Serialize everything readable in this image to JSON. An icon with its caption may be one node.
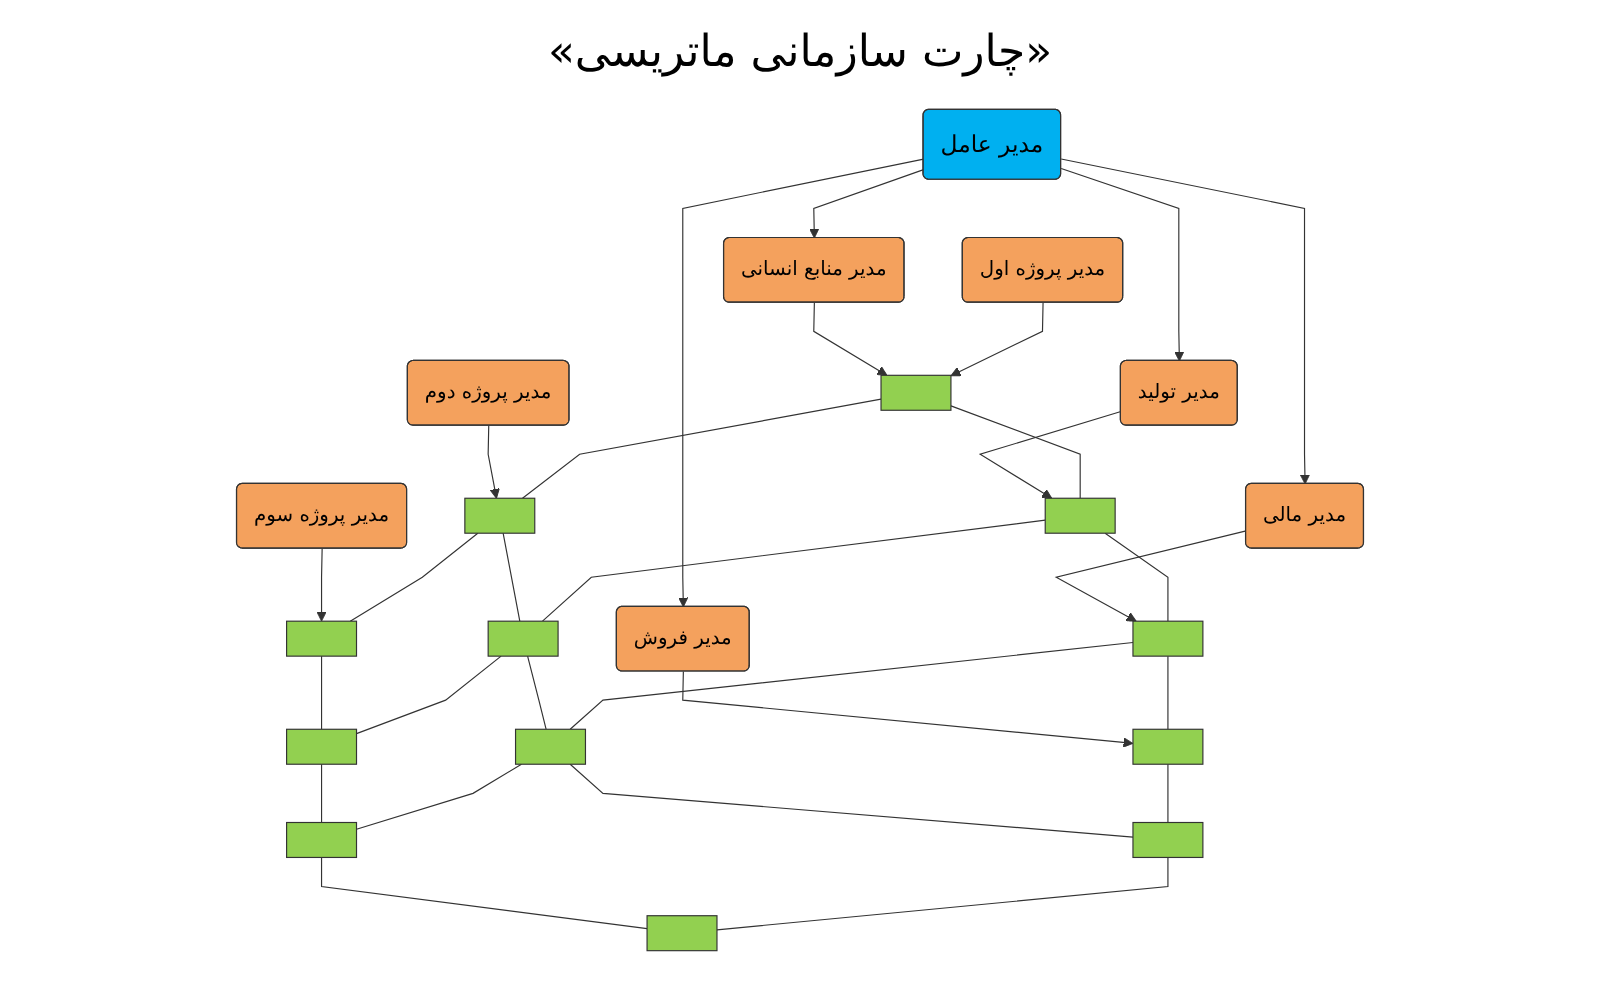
{
  "diagram": {
    "title": "«چارت سازمانی ماتریسی»",
    "nodes": [
      {
        "text": [
          "مدیر عامل"
        ]
      },
      {
        "text": [
          "مدیر منابع انسانی"
        ]
      },
      {
        "text": [
          "مدیر تولید"
        ]
      },
      {
        "text": [
          "مدیر مالی"
        ]
      },
      {
        "text": [
          "مدیر فروش"
        ]
      },
      {
        "text": [
          "مدیر پروژه اول"
        ]
      },
      {
        "text": [
          "مدیر پروژه دوم"
        ]
      },
      {
        "text": [
          "مدیر پروژه سوم"
        ]
      },
      {
        "text": [],
        "shape": "box"
      },
      {
        "text": [],
        "shape": "box"
      },
      {
        "text": [],
        "shape": "box"
      },
      {
        "text": [],
        "shape": "box"
      },
      {
        "text": [],
        "shape": "box"
      },
      {
        "text": [],
        "shape": "box"
      },
      {
        "text": [],
        "shape": "box"
      },
      {
        "text": [],
        "shape": "box"
      },
      {
        "text": [],
        "shape": "box"
      },
      {
        "text": [],
        "shape": "box"
      },
      {
        "text": [],
        "shape": "box"
      },
      {
        "text": [],
        "shape": "box"
      }
    ],
    "edges": [
      {
        "from": 0,
        "to": 1,
        "arrow": "to"
      },
      {
        "from": 0,
        "to": 2,
        "arrow": "to"
      },
      {
        "from": 0,
        "to": 3,
        "arrow": "to"
      },
      {
        "from": 0,
        "to": 4,
        "arrow": "to"
      },
      {
        "from": 1,
        "to": 8,
        "arrow": "to"
      },
      {
        "from": 2,
        "to": 9,
        "arrow": "to"
      },
      {
        "from": 3,
        "to": 10,
        "arrow": "to"
      },
      {
        "from": 4,
        "to": 11,
        "arrow": "to"
      },
      {
        "from": 5,
        "to": 8,
        "arrow": "to"
      },
      {
        "from": 6,
        "to": 12,
        "arrow": "to"
      },
      {
        "from": 7,
        "to": 16,
        "arrow": "to"
      },
      {
        "from": 8,
        "to": 9,
        "arrow": "none"
      },
      {
        "from": 9,
        "to": 10,
        "arrow": "none"
      },
      {
        "from": 10,
        "to": 11,
        "arrow": "none"
      },
      {
        "from": 12,
        "to": 13,
        "arrow": "none"
      },
      {
        "from": 13,
        "to": 14,
        "arrow": "none"
      },
      {
        "from": 14,
        "to": 15,
        "arrow": "none"
      },
      {
        "from": 16,
        "to": 17,
        "arrow": "none"
      },
      {
        "from": 17,
        "to": 18,
        "arrow": "none"
      },
      {
        "from": 18,
        "to": 19,
        "arrow": "none"
      },
      {
        "from": 8,
        "to": 12,
        "arrow": "none"
      },
      {
        "from": 12,
        "to": 16,
        "arrow": "none"
      },
      {
        "from": 9,
        "to": 13,
        "arrow": "none"
      },
      {
        "from": 13,
        "to": 17,
        "arrow": "none"
      },
      {
        "from": 10,
        "to": 14,
        "arrow": "none"
      },
      {
        "from": 14,
        "to": 18,
        "arrow": "none"
      },
      {
        "from": 11,
        "to": 15,
        "arrow": "none"
      },
      {
        "from": 15,
        "to": 19,
        "arrow": "none"
      }
    ]
  }
}
